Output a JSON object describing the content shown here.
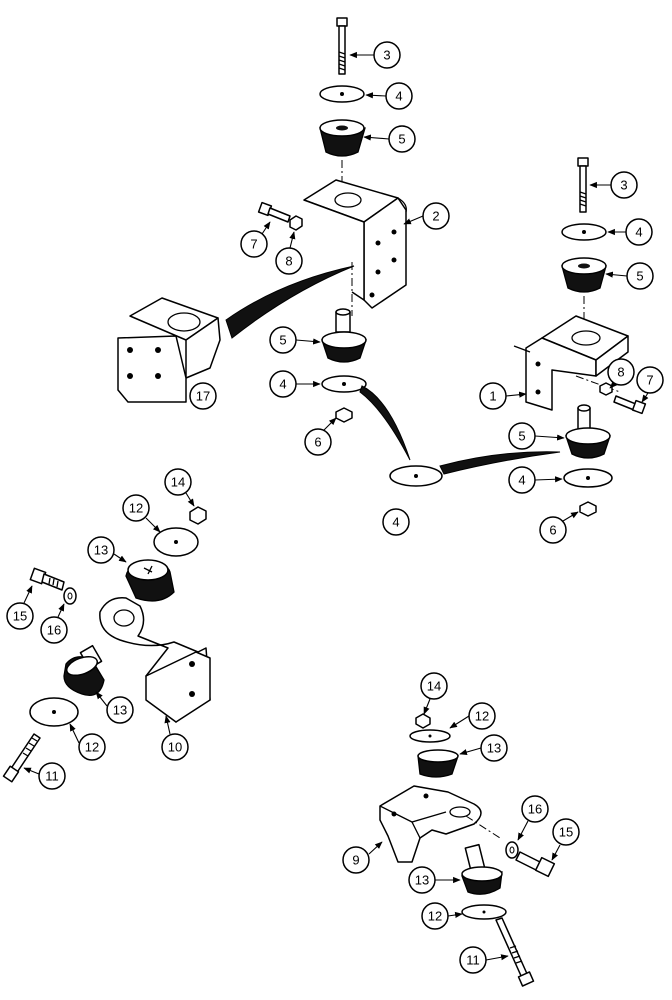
{
  "diagram": {
    "callouts": [
      {
        "id": "c1",
        "label": "3"
      },
      {
        "id": "c2",
        "label": "4"
      },
      {
        "id": "c3",
        "label": "5"
      },
      {
        "id": "c4",
        "label": "2"
      },
      {
        "id": "c5",
        "label": "7"
      },
      {
        "id": "c6",
        "label": "8"
      },
      {
        "id": "c7",
        "label": "5"
      },
      {
        "id": "c8",
        "label": "4"
      },
      {
        "id": "c9",
        "label": "6"
      },
      {
        "id": "c10",
        "label": "17"
      },
      {
        "id": "c11",
        "label": "3"
      },
      {
        "id": "c12",
        "label": "4"
      },
      {
        "id": "c13",
        "label": "5"
      },
      {
        "id": "c14",
        "label": "1"
      },
      {
        "id": "c15",
        "label": "8"
      },
      {
        "id": "c16",
        "label": "7"
      },
      {
        "id": "c17",
        "label": "5"
      },
      {
        "id": "c18",
        "label": "4"
      },
      {
        "id": "c19",
        "label": "6"
      },
      {
        "id": "c20",
        "label": "4"
      },
      {
        "id": "c21",
        "label": "14"
      },
      {
        "id": "c22",
        "label": "12"
      },
      {
        "id": "c23",
        "label": "13"
      },
      {
        "id": "c24",
        "label": "15"
      },
      {
        "id": "c25",
        "label": "16"
      },
      {
        "id": "c26",
        "label": "13"
      },
      {
        "id": "c27",
        "label": "12"
      },
      {
        "id": "c28",
        "label": "10"
      },
      {
        "id": "c29",
        "label": "11"
      },
      {
        "id": "c30",
        "label": "14"
      },
      {
        "id": "c31",
        "label": "12"
      },
      {
        "id": "c32",
        "label": "13"
      },
      {
        "id": "c33",
        "label": "16"
      },
      {
        "id": "c34",
        "label": "15"
      },
      {
        "id": "c35",
        "label": "9"
      },
      {
        "id": "c36",
        "label": "13"
      },
      {
        "id": "c37",
        "label": "12"
      },
      {
        "id": "c38",
        "label": "11"
      }
    ]
  }
}
